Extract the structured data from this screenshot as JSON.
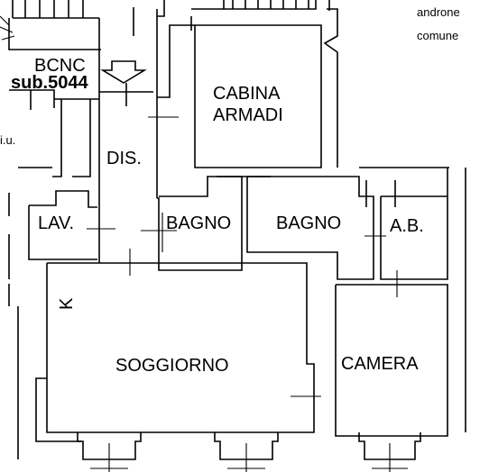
{
  "rooms": {
    "bcnc_line1": "BCNC",
    "bcnc_line2": "sub.5044",
    "cabina_line1": "CABINA",
    "cabina_line2": "ARMADI",
    "dis": "DIS.",
    "lav": "LAV.",
    "bagno_left": "BAGNO",
    "bagno_right": "BAGNO",
    "ab": "A.B.",
    "k": "K",
    "soggiorno": "SOGGIORNO",
    "camera": "CAMERA"
  },
  "notes": {
    "androne_line1": "androne",
    "androne_line2": "comune",
    "iu": "i.u."
  },
  "colors": {
    "lines": "#000000",
    "background": "#ffffff"
  }
}
